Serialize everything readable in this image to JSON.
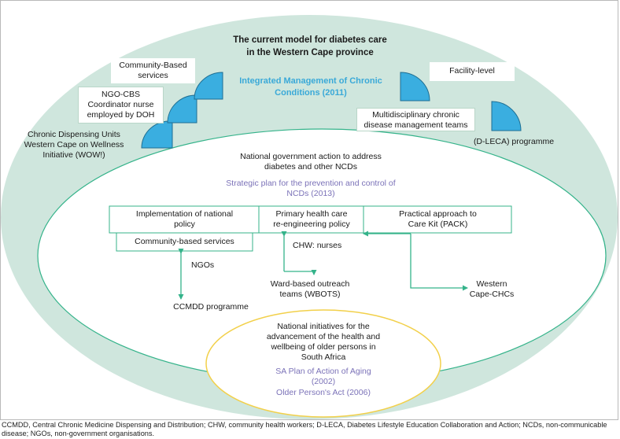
{
  "diagram": {
    "title_line1": "The current model for diabetes care",
    "title_line2": "in the Western Cape province",
    "imcc_line1": "Integrated Management of Chronic",
    "imcc_line2": "Conditions (2011)",
    "community_based_line1": "Community-Based",
    "community_based_line2": "services",
    "ngo_cbs_line1": "NGO-CBS",
    "ngo_cbs_line2": "Coordinator nurse",
    "ngo_cbs_line3": "employed by DOH",
    "chronic_line1": "Chronic Dispensing Units",
    "chronic_line2": "Western Cape on Wellness",
    "chronic_line3": "Initiative (WOW!)",
    "facility_level": "Facility-level",
    "multi_line1": "Multidisciplinary chronic",
    "multi_line2": "disease management teams",
    "dleca": "(D-LECA) programme",
    "national_line1": "National government action to address",
    "national_line2": "diabetes and other NCDs",
    "strategic_line1": "Strategic plan for the prevention and control of",
    "strategic_line2": "NCDs (2013)",
    "impl_line1": "Implementation of national",
    "impl_line2": "policy",
    "phc_line1": "Primary health care",
    "phc_line2": "re-engineering policy",
    "pack_line1": "Practical approach to",
    "pack_line2": "Care Kit (PACK)",
    "cbs": "Community-based services",
    "chw": "CHW: nurses",
    "ngos": "NGOs",
    "ccmdd": "CCMDD programme",
    "wbots_line1": "Ward-based outreach",
    "wbots_line2": "teams (WBOTS)",
    "western_line1": "Western",
    "western_line2": "Cape-CHCs",
    "older_line1": "National initiatives for the",
    "older_line2": "advancement of the health and",
    "older_line3": "wellbeing of older persons in",
    "older_line4": "South Africa",
    "sa_plan_line1": "SA Plan of Action of Aging",
    "sa_plan_line2": "(2002)",
    "older_act": "Older Person's Act (2006)"
  },
  "footer": "CCMDD, Central Chronic Medicine Dispensing and Distribution; CHW, community health workers; D-LECA, Diabetes Lifestyle Education Collaboration and Action; NCDs, non-communicable disease; NGOs, non-government organisations.",
  "colors": {
    "outer_ellipse": "#cfe6dd",
    "green_line": "#34b38a",
    "blue_quadrant": "#3aaee0",
    "title_blue": "#3aa9d8",
    "purple_text": "#7b72b8",
    "yellow_ellipse": "#f2d04a"
  }
}
